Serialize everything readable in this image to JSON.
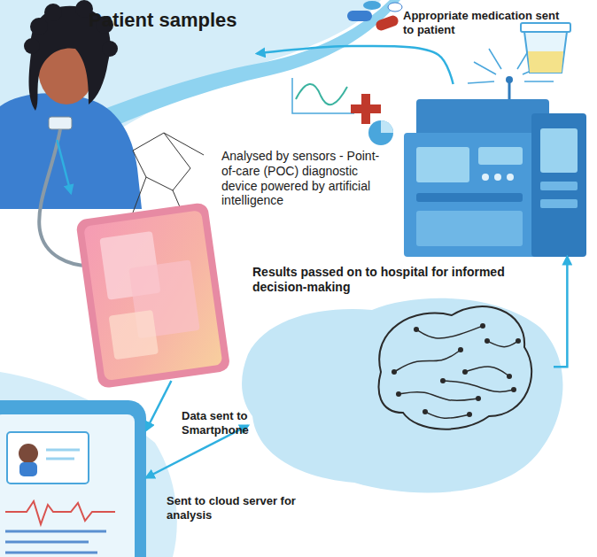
{
  "diagram": {
    "nodes": [
      {
        "text": [
          "Patient samples"
        ]
      },
      {
        "text": [
          "Analysed by sensors - Point-of-care (POC) diagnostic device powered by artificial intelligence"
        ]
      },
      {
        "text": []
      },
      {
        "text": [
          "Results passed on to hospital for informed decision-making"
        ]
      },
      {
        "text": []
      }
    ],
    "edges": [
      {
        "from": 0,
        "to": 1,
        "arrow": "to"
      },
      {
        "from": 1,
        "to": 2,
        "label": "Data sent to Smartphone",
        "arrow": "to"
      },
      {
        "from": 2,
        "to": 3,
        "label": "Sent to cloud server for analysis",
        "arrow": "both"
      },
      {
        "from": 3,
        "to": 4,
        "arrow": "to"
      },
      {
        "from": 4,
        "to": 0,
        "label": "Appropriate medication sent to patient",
        "arrow": "to"
      }
    ]
  }
}
